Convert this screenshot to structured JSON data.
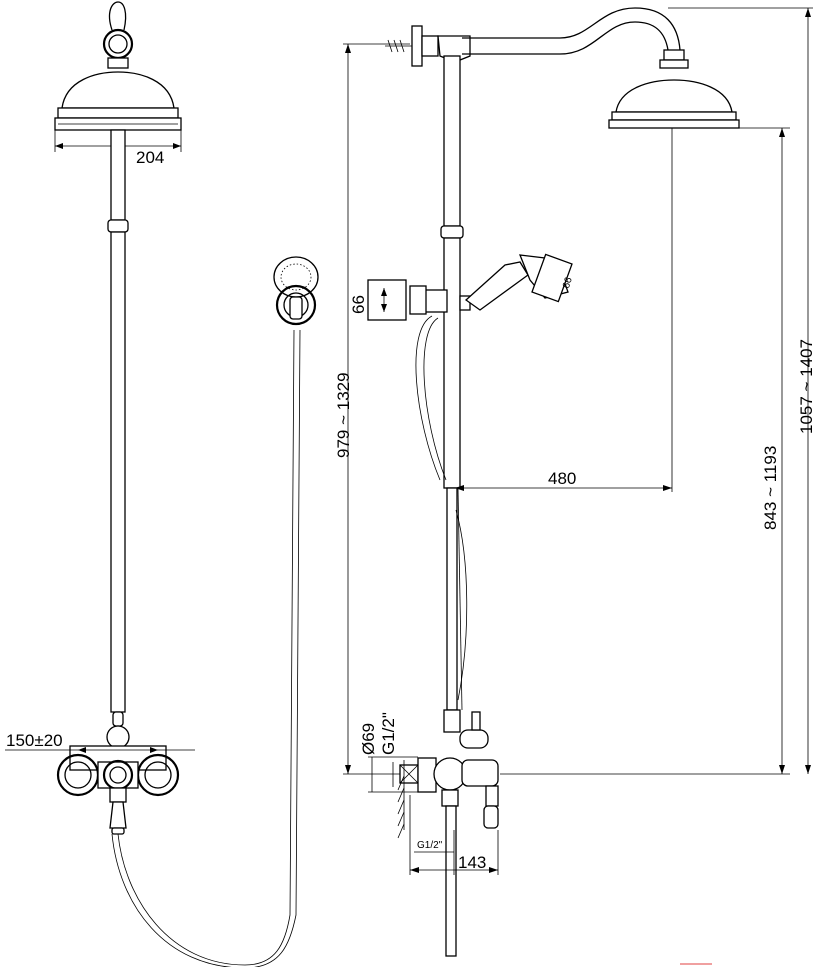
{
  "dimensions": {
    "showerhead_width": "204",
    "wall_spacing": "150±20",
    "handset_diameter": "66",
    "total_height_range": "979 ~ 1329",
    "arm_reach": "480",
    "head_height_range": "843 ~ 1193",
    "overall_height_range": "1057 ~ 1407",
    "flange_diameter": "Ø69",
    "thread_size": "G1/2\"",
    "inlet_thread": "G1/2\"",
    "projection": "143"
  },
  "colors": {
    "line": "#000000",
    "background": "#ffffff",
    "accent_mark": "#e04040"
  }
}
